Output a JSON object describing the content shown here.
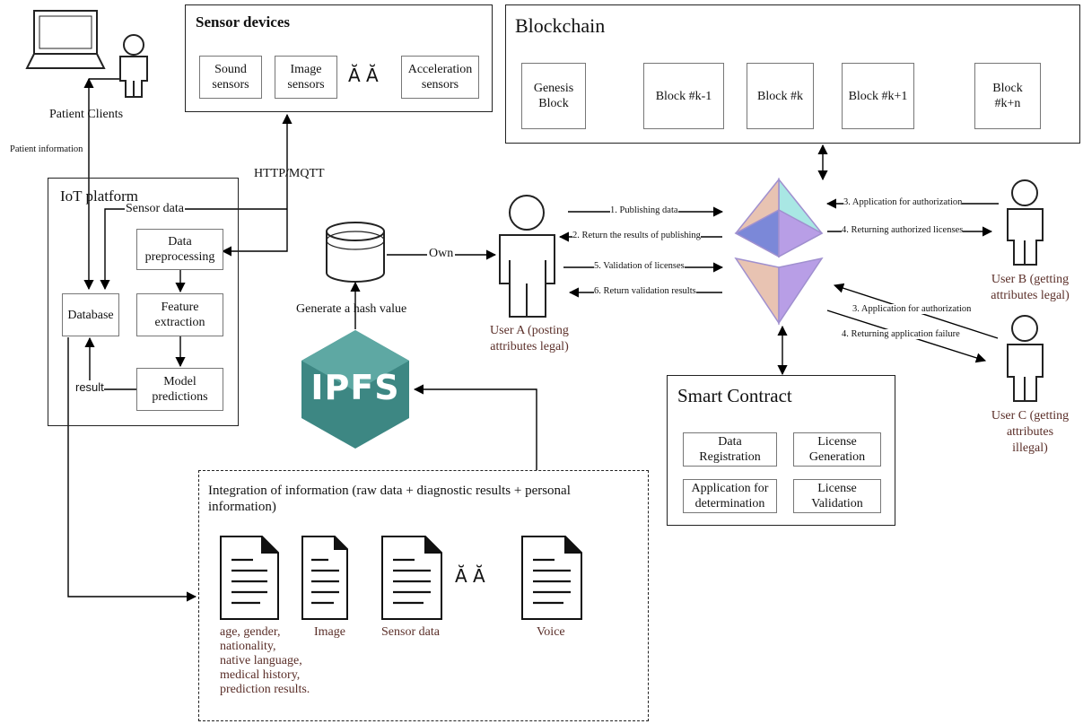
{
  "sensor_devices": {
    "title": "Sensor devices",
    "items": [
      "Sound\nsensors",
      "Image\nsensors",
      "Acceleration\nsensors"
    ],
    "ellipsis": "Ă Ă"
  },
  "blockchain": {
    "title": "Blockchain",
    "blocks": [
      "Genesis\nBlock",
      "Block #k-1",
      "Block #k",
      "Block #k+1",
      "Block\n#k+n"
    ]
  },
  "patient": {
    "label": "Patient Clients",
    "info_label": "Patient information"
  },
  "protocol_label": "HTTP/MQTT",
  "iot_platform": {
    "title": "IoT platform",
    "sensor_data_label": "Sensor data",
    "database": "Database",
    "preprocessing": "Data\npreprocessing",
    "feature_extraction": "Feature\nextraction",
    "model_predictions": "Model\npredictions",
    "result_label": "result"
  },
  "storage": {
    "own_label": "Own",
    "hash_label": "Generate a hash value",
    "ipfs_logo_text": "IPFS"
  },
  "users": {
    "a": "User A (posting\nattributes legal)",
    "b": "User B (getting\nattributes legal)",
    "c": "User C (getting\nattributes\nillegal)"
  },
  "user_a_flows": [
    "1. Publishing data",
    "2. Return the results of publishing",
    "5. Validation of licenses",
    "6. Return validation results"
  ],
  "user_b_flows": [
    "3. Application for authorization",
    "4. Returning authorized licenses"
  ],
  "user_c_flows": [
    "3. Application for authorization",
    "4. Returning application failure"
  ],
  "smart_contract": {
    "title": "Smart Contract",
    "items": [
      "Data\nRegistration",
      "License\nGeneration",
      "Application for\ndetermination",
      "License\nValidation"
    ]
  },
  "integration": {
    "title": "Integration of information (raw data + diagnostic results + personal information)",
    "docs": [
      "age, gender,\nnationality,\nnative language,\nmedical history,\nprediction results.",
      "Image",
      "Sensor data",
      "Voice"
    ],
    "ellipsis": "Ă Ă"
  }
}
